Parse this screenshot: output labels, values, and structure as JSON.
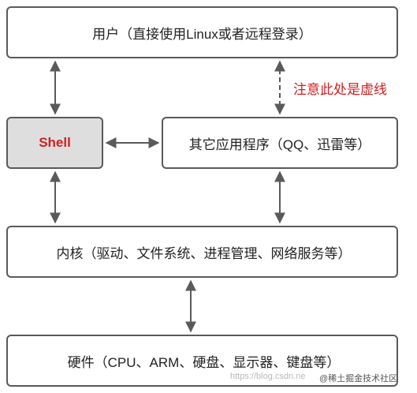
{
  "boxes": {
    "user": "用户（直接使用Linux或者远程登录）",
    "shell": "Shell",
    "apps": "其它应用程序（QQ、迅雷等）",
    "kernel": "内核（驱动、文件系统、进程管理、网络服务等）",
    "hardware": "硬件（CPU、ARM、硬盘、显示器、键盘等）"
  },
  "note": "注意此处是虚线",
  "watermark": "https://blog.csdn.ne",
  "watermark_brand": "@稀土掘金技术社区",
  "colors": {
    "border": "#5a5a5a",
    "shell_fill": "#dedede",
    "accent_red": "#d21f1f"
  }
}
